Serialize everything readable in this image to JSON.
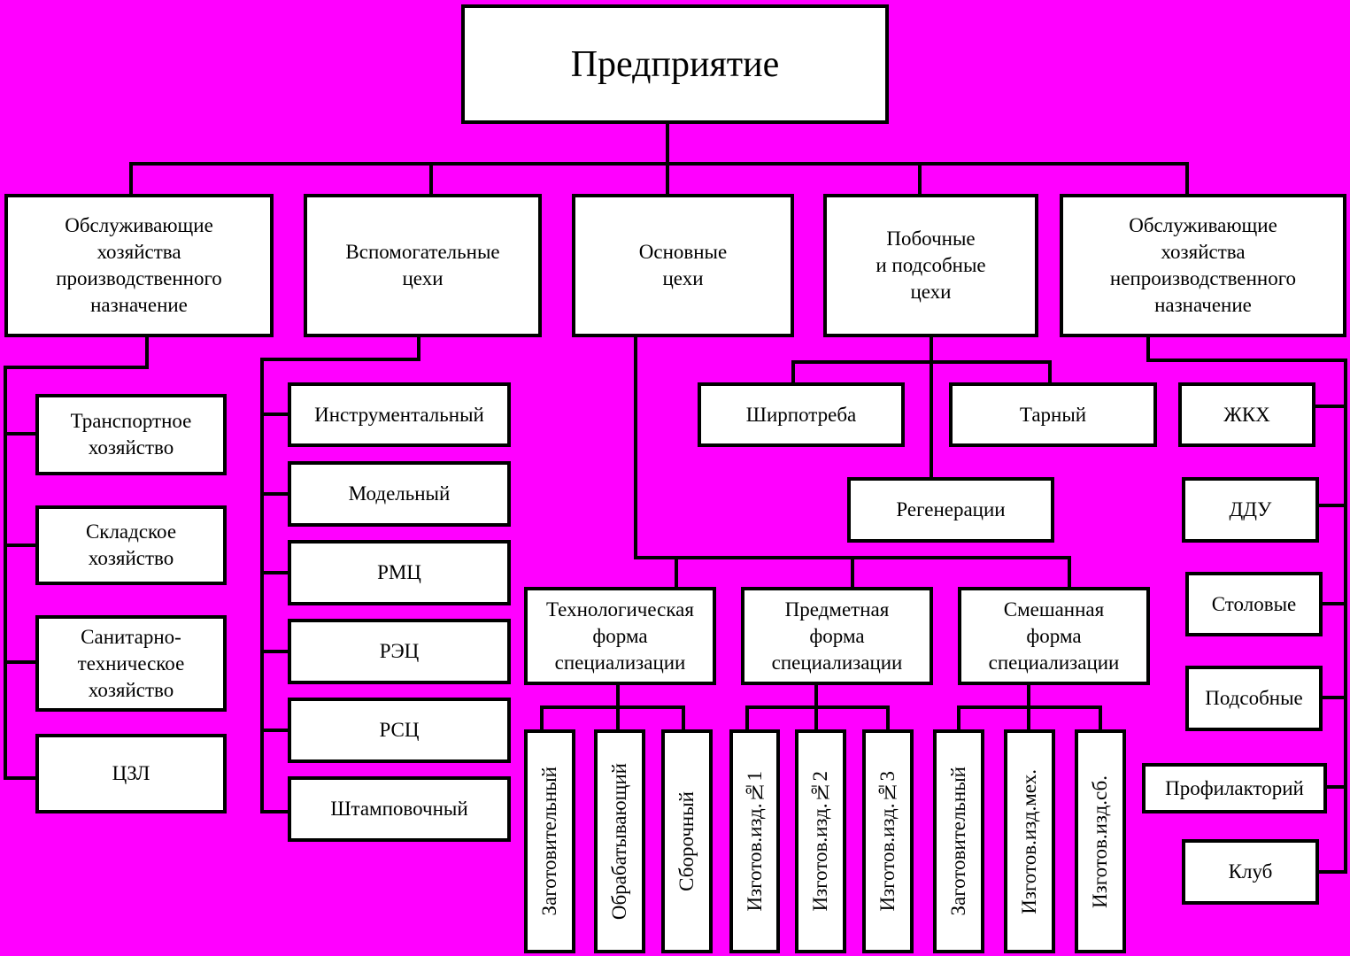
{
  "root": "Предприятие",
  "departments": [
    "Обслуживающие\nхозяйства\nпроизводственного\nназначение",
    "Вспомогательные\nцехи",
    "Основные\nцехи",
    "Побочные\nи подсобные\nцехи",
    "Обслуживающие\nхозяйства\nнепроизводственного\nназначение"
  ],
  "production_services": [
    "Транспортное\nхозяйство",
    "Складское\nхозяйство",
    "Санитарно-\nтехническое\nхозяйство",
    "ЦЗЛ"
  ],
  "auxiliary_shops": [
    "Инструментальный",
    "Модельный",
    "РМЦ",
    "РЭЦ",
    "РСЦ",
    "Штамповочный"
  ],
  "side_shops": [
    "Ширпотреба",
    "Тарный",
    "Регенерации"
  ],
  "non_production_services": [
    "ЖКХ",
    "ДДУ",
    "Столовые",
    "Подсобные",
    "Профилакторий",
    "Клуб"
  ],
  "specialization_forms": [
    {
      "label": "Технологическая\nформа\nспециализации",
      "children": [
        "Заготовительный",
        "Обрабатывающий",
        "Сборочный"
      ]
    },
    {
      "label": "Предметная\nформа\nспециализации",
      "children": [
        "Изготов.изд.№1",
        "Изготов.изд.№2",
        "Изготов.изд.№3"
      ]
    },
    {
      "label": "Смешанная\nформа\nспециализации",
      "children": [
        "Заготовительный",
        "Изготов.изд.мех.",
        "Изготов.изд.сб."
      ]
    }
  ],
  "colors": {
    "background": "#ff00ff",
    "box_fill": "#ffffff",
    "line": "#000000"
  }
}
